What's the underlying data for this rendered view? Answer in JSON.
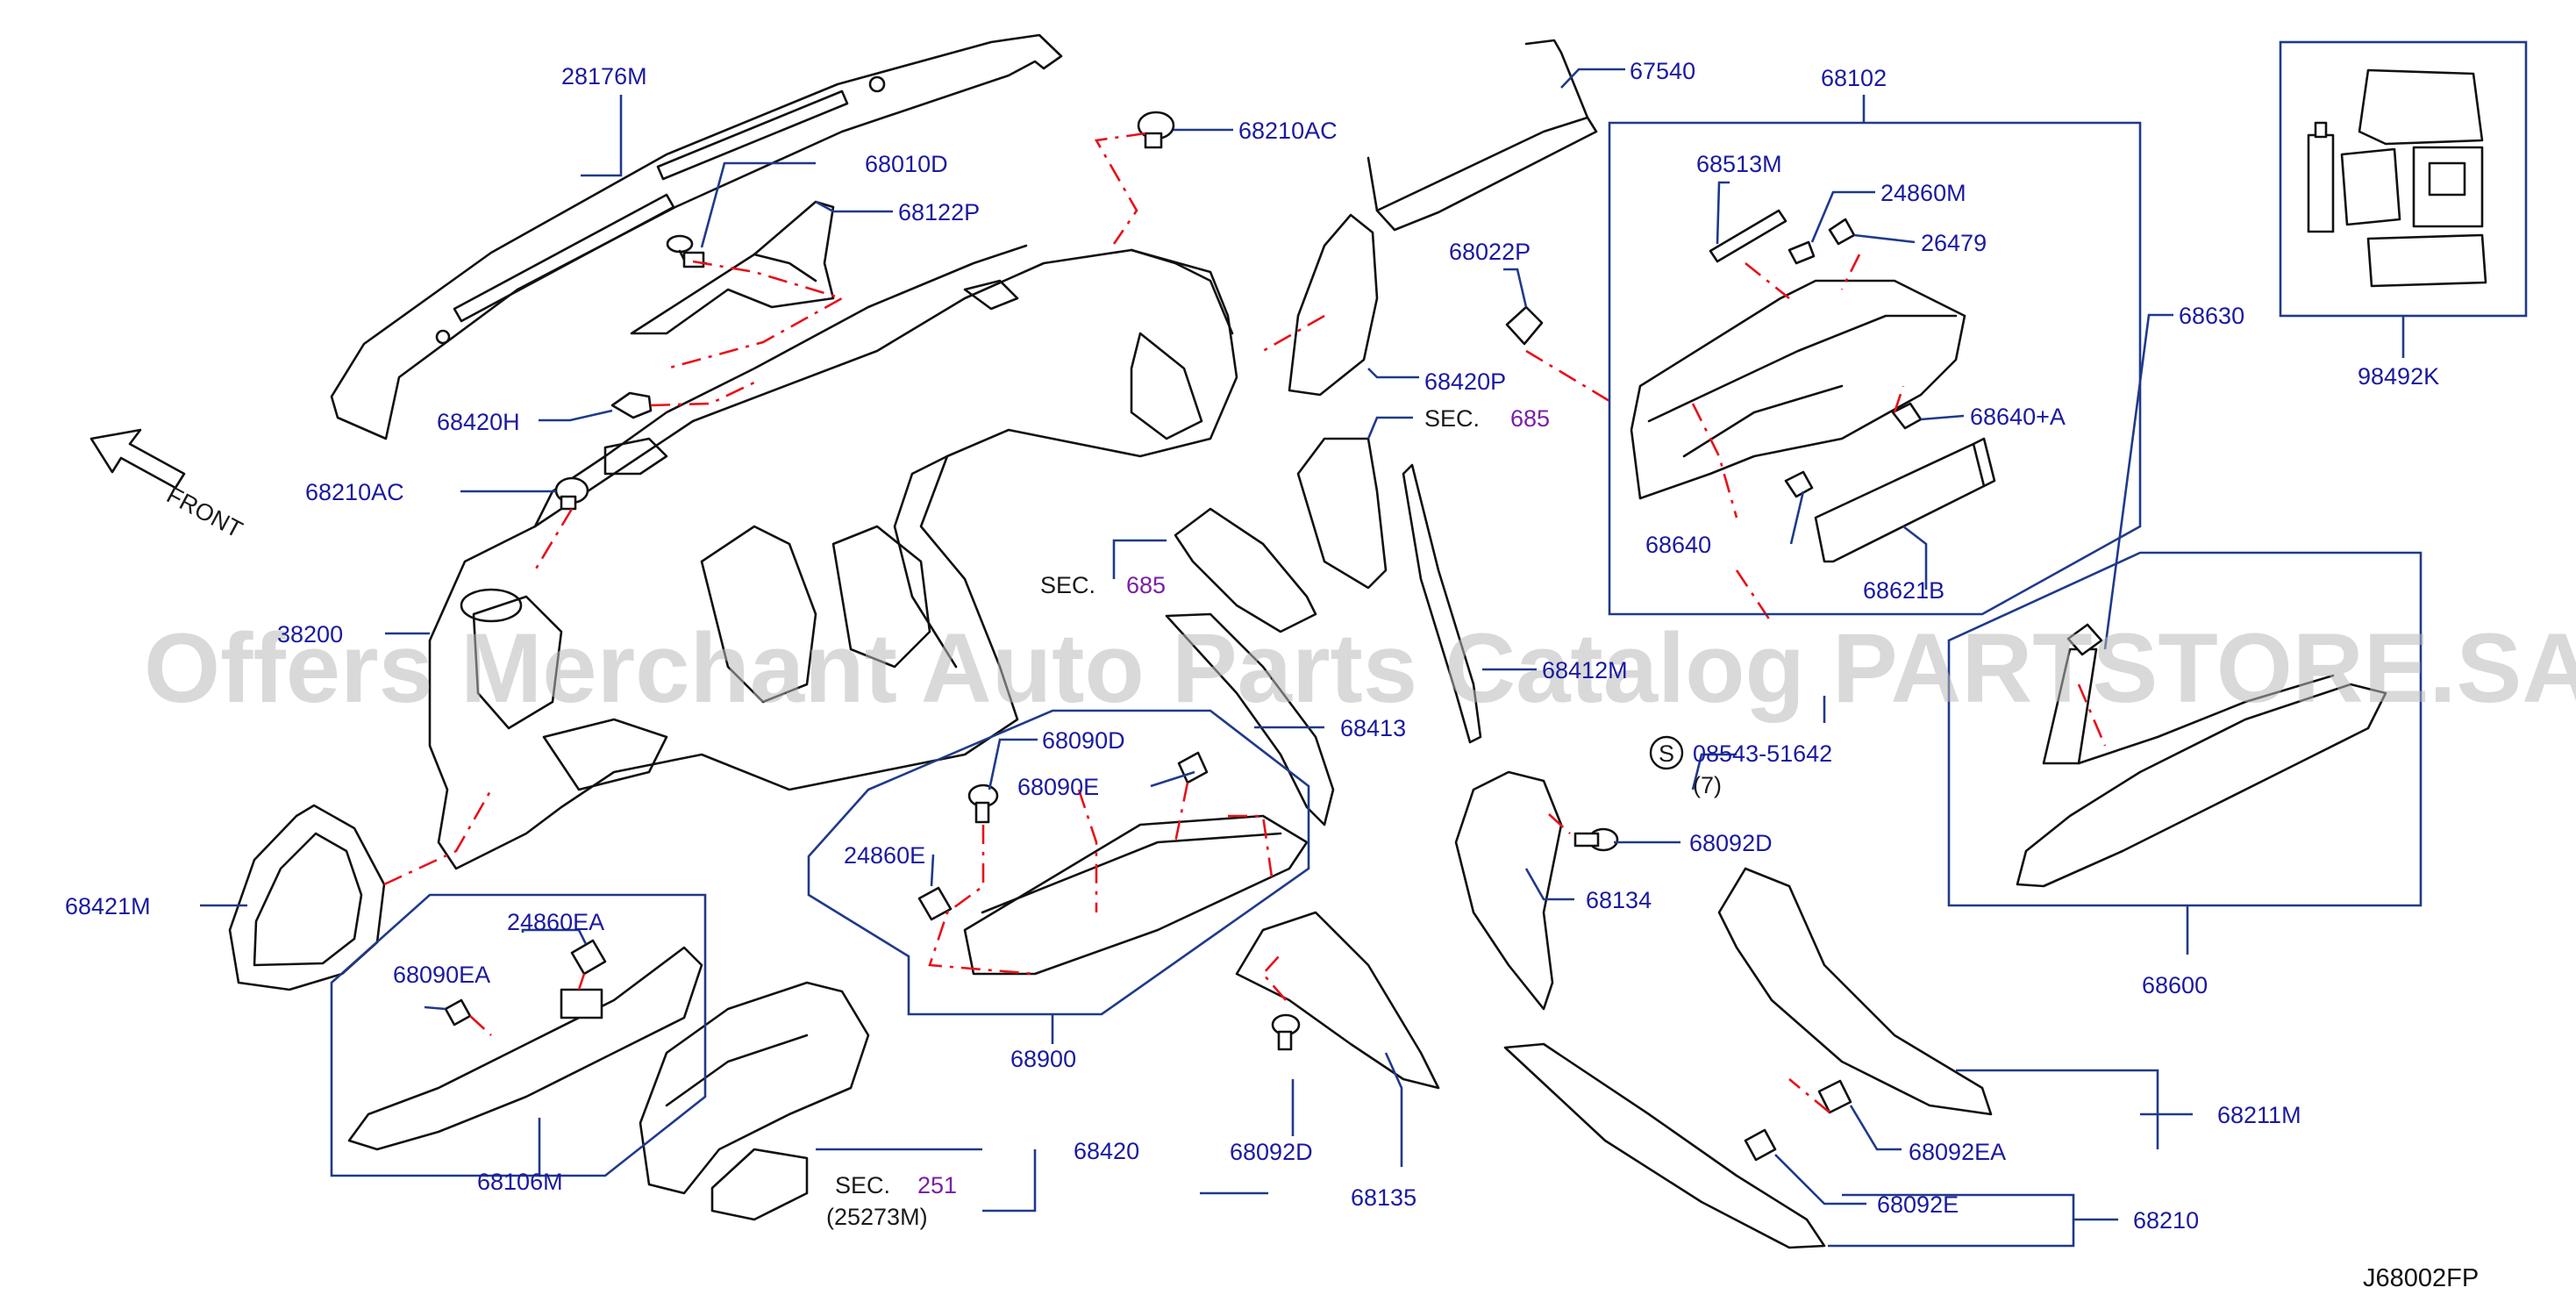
{
  "watermark": "Offers Merchant Auto Parts Catalog PARTSTORE.SA",
  "diagram_code": "J68002FP",
  "front_label": "FRONT",
  "labels": {
    "p28176M": "28176M",
    "p68010D": "68010D",
    "p68122P": "68122P",
    "p68210AC_top": "68210AC",
    "p67540": "67540",
    "p68102": "68102",
    "p68513M": "68513M",
    "p24860M": "24860M",
    "p26479": "26479",
    "p68022P": "68022P",
    "p68420P": "68420P",
    "p68640A": "68640+A",
    "p68640": "68640",
    "p68621B": "68621B",
    "p98492K": "98492K",
    "p68420H": "68420H",
    "p68210AC_left": "68210AC",
    "p38200": "38200",
    "p68421M": "68421M",
    "p68413": "68413",
    "p68412M": "68412M",
    "p68630": "68630",
    "p08543": "08543-51642",
    "p08543_qty": "(7)",
    "screw_symbol": "S",
    "p68090D": "68090D",
    "p68090E": "68090E",
    "p24860E": "24860E",
    "p68900": "68900",
    "p24860EA": "24860EA",
    "p68090EA": "68090EA",
    "p68106M": "68106M",
    "p68420": "68420",
    "p68092D_mid": "68092D",
    "p68135": "68135",
    "p68134": "68134",
    "p68092D_right": "68092D",
    "p68600": "68600",
    "p68211M": "68211M",
    "p68092EA": "68092EA",
    "p68092E": "68092E",
    "p68210": "68210",
    "p25273M": "(25273M)"
  },
  "section_refs": {
    "sec685_top": {
      "prefix": "SEC.",
      "num": "685"
    },
    "sec685_mid": {
      "prefix": "SEC.",
      "num": "685"
    },
    "sec251": {
      "prefix": "SEC.",
      "num": "251"
    }
  },
  "colors": {
    "label": "#1a1aa0",
    "leader": "#1f3a8a",
    "dash": "#e8101a",
    "section_number": "#7a1fa6",
    "part_outline": "#111111"
  }
}
